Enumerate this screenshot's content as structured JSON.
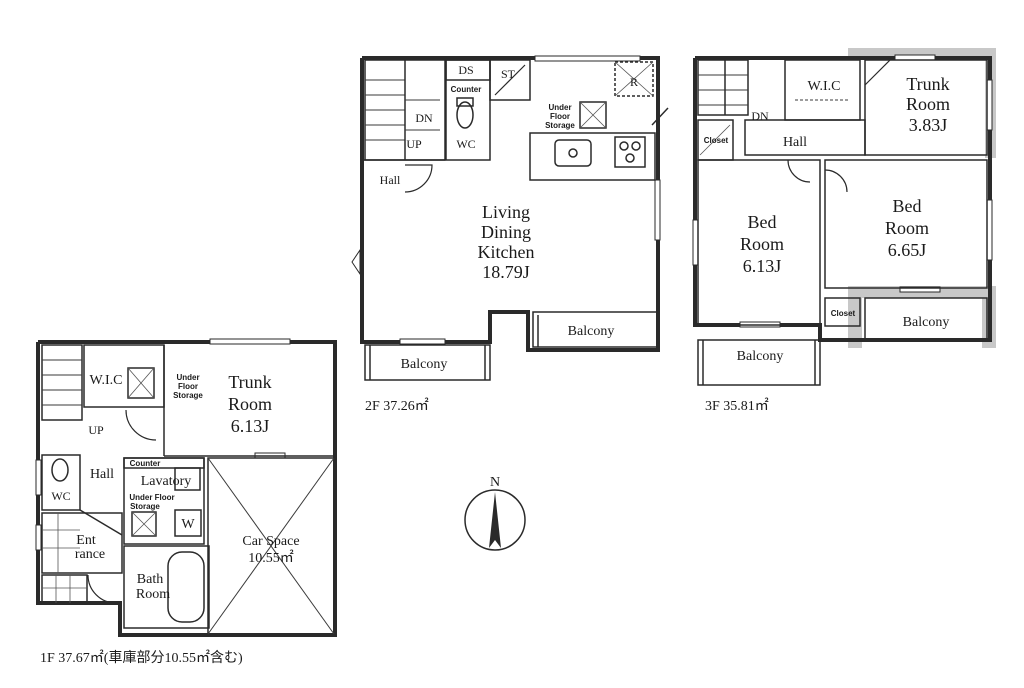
{
  "floors": {
    "f1": {
      "area_label": "1F 37.67㎡(車庫部分10.55㎡含む)",
      "rooms": {
        "trunk_room": [
          "Trunk",
          "Room",
          "6.13J"
        ],
        "car_space": [
          "Car Space",
          "10.55㎡"
        ],
        "wic": "W.I.C",
        "under_floor_storage_a": [
          "Under",
          "Floor",
          "Storage"
        ],
        "under_floor_storage_b": [
          "Under Floor",
          "Storage"
        ],
        "up": "UP",
        "hall": "Hall",
        "wc": "WC",
        "entrance": [
          "Ent",
          "rance"
        ],
        "counter": "Counter",
        "lavatory": "Lavatory",
        "washer": "W",
        "bath_room": [
          "Bath",
          "Room"
        ]
      }
    },
    "f2": {
      "area_label": "2F 37.26㎡",
      "rooms": {
        "ldk": [
          "Living",
          "Dining",
          "Kitchen",
          "18.79J"
        ],
        "ds": "DS",
        "st": "ST",
        "counter": "Counter",
        "dn": "DN",
        "up": "UP",
        "wc": "WC",
        "hall": "Hall",
        "under_floor_storage": [
          "Under",
          "Floor",
          "Storage"
        ],
        "fridge": "R",
        "balcony_right": "Balcony",
        "balcony_bottom": "Balcony"
      }
    },
    "f3": {
      "area_label": "3F 35.81㎡",
      "rooms": {
        "wic": "W.I.C",
        "trunk_room": [
          "Trunk",
          "Room",
          "3.83J"
        ],
        "dn": "DN",
        "hall": "Hall",
        "closet_a": "Closet",
        "closet_b": "Closet",
        "bed_room_a": [
          "Bed",
          "Room",
          "6.13J"
        ],
        "bed_room_b": [
          "Bed",
          "Room",
          "6.65J"
        ],
        "balcony_right": "Balcony",
        "balcony_bottom": "Balcony"
      }
    }
  },
  "compass": {
    "label": "N"
  }
}
